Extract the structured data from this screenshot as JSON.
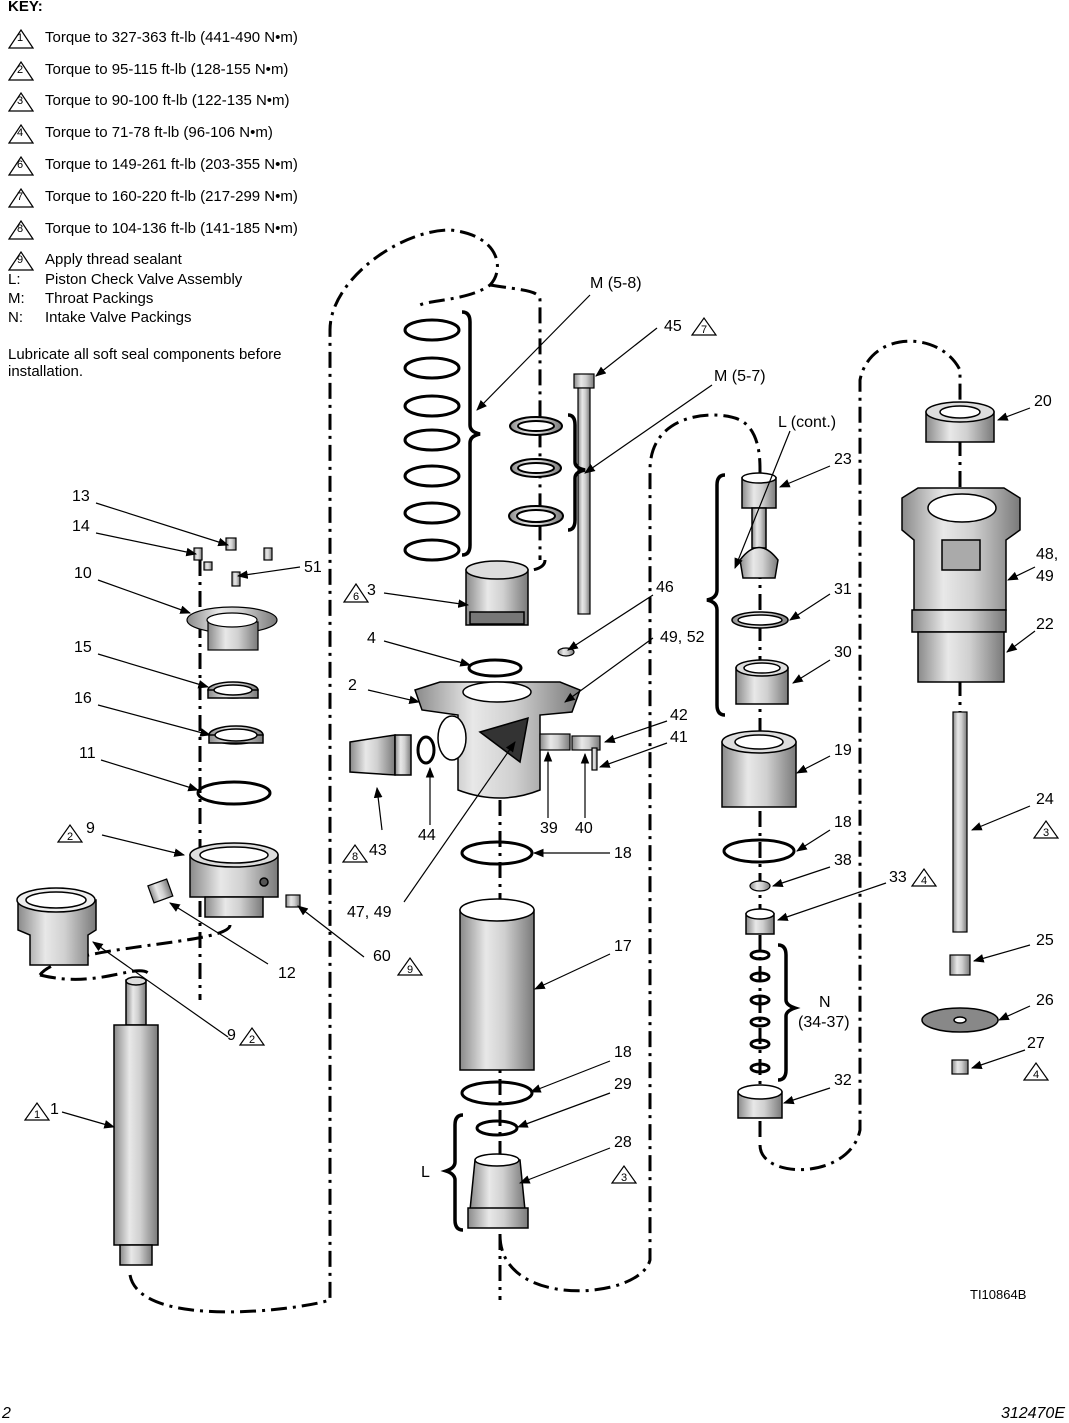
{
  "key": {
    "title": "KEY:",
    "torque_notes": [
      {
        "symbol": "1",
        "text": "Torque to 327-363 ft-lb (441-490 N•m)"
      },
      {
        "symbol": "2",
        "text": "Torque to 95-115 ft-lb (128-155 N•m)"
      },
      {
        "symbol": "3",
        "text": "Torque to 90-100 ft-lb (122-135 N•m)"
      },
      {
        "symbol": "4",
        "text": "Torque to 71-78 ft-lb (96-106 N•m)"
      },
      {
        "symbol": "6",
        "text": "Torque to 149-261 ft-lb (203-355 N•m)"
      },
      {
        "symbol": "7",
        "text": "Torque to 160-220 ft-lb (217-299 N•m)"
      },
      {
        "symbol": "8",
        "text": "Torque to 104-136 ft-lb (141-185 N•m)"
      },
      {
        "symbol": "9",
        "text": "Apply thread sealant"
      }
    ],
    "letters": [
      {
        "letter": "L:",
        "text": "Piston Check Valve Assembly"
      },
      {
        "letter": "M:",
        "text": "Throat Packings"
      },
      {
        "letter": "N:",
        "text": "Intake Valve Packings"
      }
    ],
    "note": "Lubricate all soft seal components before installation."
  },
  "callouts": {
    "c13": "13",
    "c14": "14",
    "c10": "10",
    "c51": "51",
    "c15": "15",
    "c16": "16",
    "c11": "11",
    "c9a": "9",
    "c12": "12",
    "c60": "60",
    "c9b": "9",
    "c1": "1",
    "m58": "M (5-8)",
    "c45": "45",
    "m57": "M (5-7)",
    "c3": "3",
    "c4": "4",
    "c2": "2",
    "c46": "46",
    "c4952": "49, 52",
    "c42": "42",
    "c41": "41",
    "c43": "43",
    "c44": "44",
    "c39": "39",
    "c40": "40",
    "c4749": "47, 49",
    "c18a": "18",
    "c17": "17",
    "c18b": "18",
    "c29": "29",
    "c28": "28",
    "L": "L",
    "lcont": "L (cont.)",
    "c23": "23",
    "c31": "31",
    "c30": "30",
    "c19": "19",
    "c18c": "18",
    "c38": "38",
    "c33": "33",
    "N": "N",
    "N2": "(34-37)",
    "c32": "32",
    "c20": "20",
    "c4849a": "48,",
    "c4849b": "49",
    "c22": "22",
    "c24": "24",
    "c25": "25",
    "c26": "26",
    "c27": "27"
  },
  "figure_id": "TI10864B",
  "footer": {
    "page": "2",
    "doc": "312470E"
  }
}
